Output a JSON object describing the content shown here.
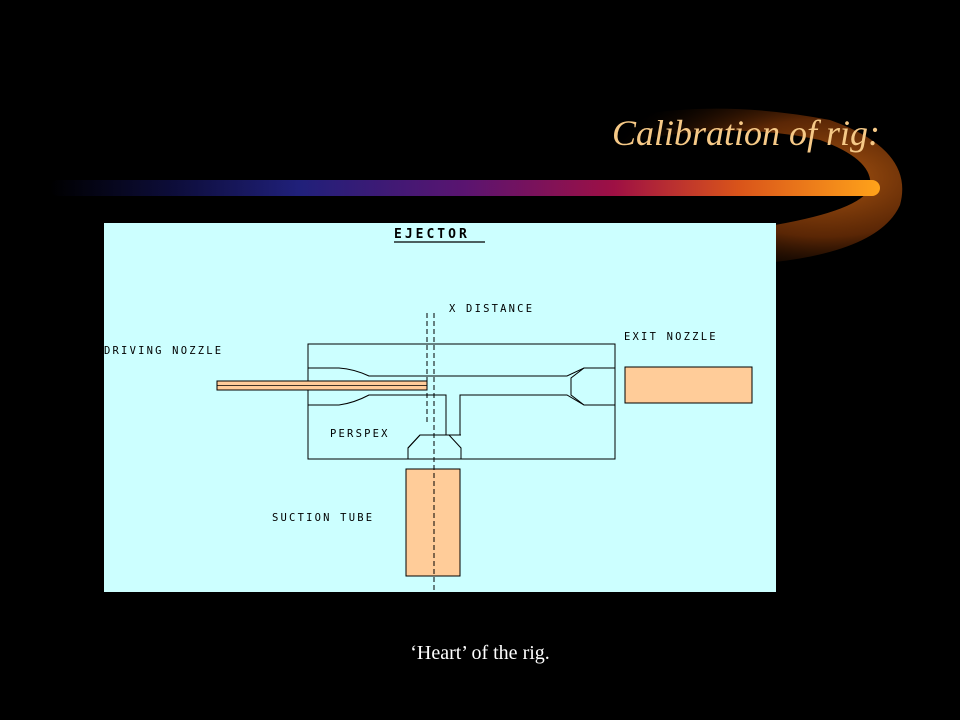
{
  "slide": {
    "title": "Calibration of rig:",
    "caption": "‘Heart’ of the rig."
  },
  "diagram": {
    "heading": "EJECTOR",
    "labels": {
      "x_distance": "X DISTANCE",
      "exit_nozzle": "EXIT NOZZLE",
      "driving_nozzle": "DRIVING NOZZLE",
      "perspex": "PERSPEX",
      "suction_tube": "SUCTION TUBE"
    }
  },
  "colors": {
    "background": "#000000",
    "diagram_background": "#ccffff",
    "component_fill": "#ffcc99",
    "title_color": "#f6c987",
    "caption_color": "#ffffff"
  }
}
